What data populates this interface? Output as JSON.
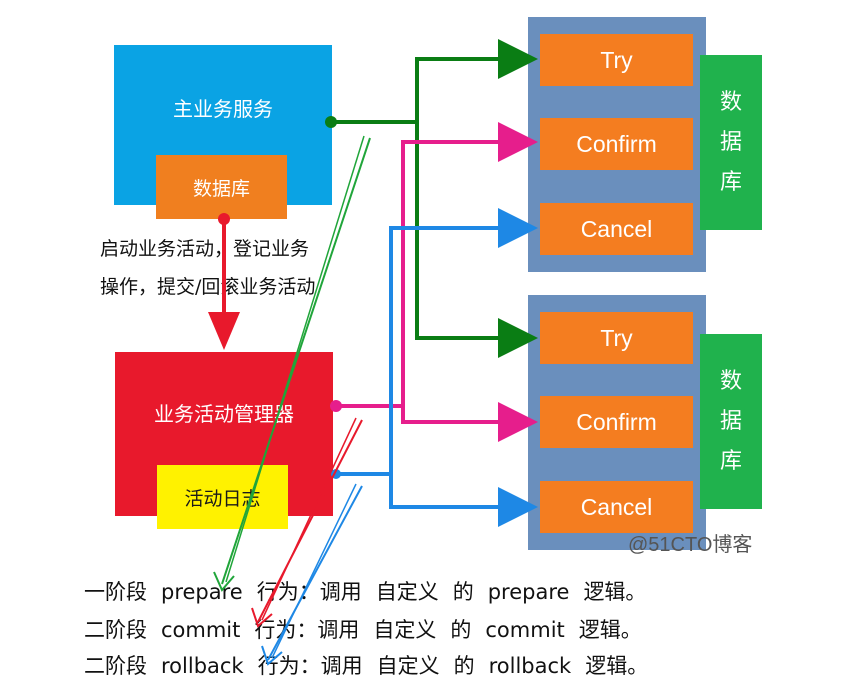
{
  "main_service": {
    "label": "主业务服务",
    "db_label": "数据库"
  },
  "manager": {
    "label": "业务活动管理器",
    "log_label": "活动日志"
  },
  "note": {
    "line1": "启动业务活动，登记业务",
    "line2": "操作，提交/回滚业务活动"
  },
  "groups": [
    {
      "ops": [
        "Try",
        "Confirm",
        "Cancel"
      ],
      "db": [
        "数",
        "据",
        "库"
      ]
    },
    {
      "ops": [
        "Try",
        "Confirm",
        "Cancel"
      ],
      "db": [
        "数",
        "据",
        "库"
      ]
    }
  ],
  "phases": [
    {
      "stage": "一阶段",
      "keyword": "prepare",
      "behavior": "行为：调用",
      "custom": "自定义",
      "of": "的",
      "keyword2": "prepare",
      "end": "逻辑。"
    },
    {
      "stage": "二阶段",
      "keyword": "commit",
      "behavior": "行为：调用",
      "custom": "自定义",
      "of": "的",
      "keyword2": "commit",
      "end": "逻辑。"
    },
    {
      "stage": "二阶段",
      "keyword": "rollback",
      "behavior": "行为：调用",
      "custom": "自定义",
      "of": "的",
      "keyword2": "rollback",
      "end": "逻辑。"
    }
  ],
  "watermark": "@51CTO博客",
  "colors": {
    "green": "#0a7d14",
    "magenta": "#e61e8c",
    "blue": "#1e88e5",
    "red": "#e8192c"
  }
}
